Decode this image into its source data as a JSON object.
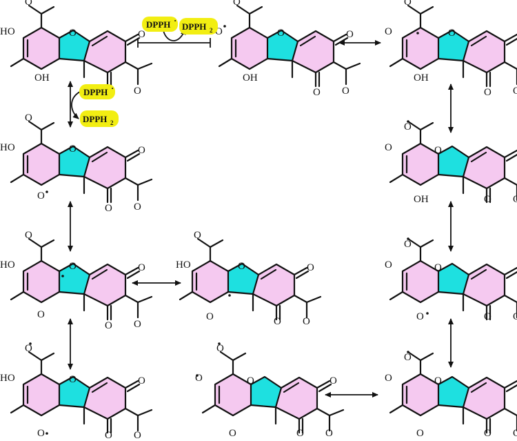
{
  "colors": {
    "phenyl_ring": "#f5c9f0",
    "furan_ring": "#1ee0e0",
    "enone_ring": "#f5c9f0",
    "reagent_highlight": "#f2ee12",
    "ink": "#111111"
  },
  "atom_labels": {
    "hydroxyl": "HO",
    "hydroxyl_right": "OH",
    "oxygen": "O"
  },
  "reagents": {
    "dpph": "DPPH",
    "dpph_radical_dot": "·",
    "dpph2_main": "DPPH",
    "dpph2_sub": "2"
  },
  "radical_marker": "•",
  "structures": [
    {
      "id": "usnic-acid",
      "caption": ""
    },
    {
      "id": "radical-top-center",
      "caption": ""
    },
    {
      "id": "radical-top-right",
      "caption": ""
    },
    {
      "id": "radical-left-2",
      "caption": ""
    },
    {
      "id": "radical-left-3",
      "caption": ""
    },
    {
      "id": "radical-left-4",
      "caption": ""
    },
    {
      "id": "radical-center-mid",
      "caption": ""
    },
    {
      "id": "radical-bottom-center",
      "caption": ""
    },
    {
      "id": "radical-right-2",
      "caption": ""
    },
    {
      "id": "radical-right-3",
      "caption": ""
    },
    {
      "id": "radical-right-4",
      "caption": ""
    }
  ]
}
